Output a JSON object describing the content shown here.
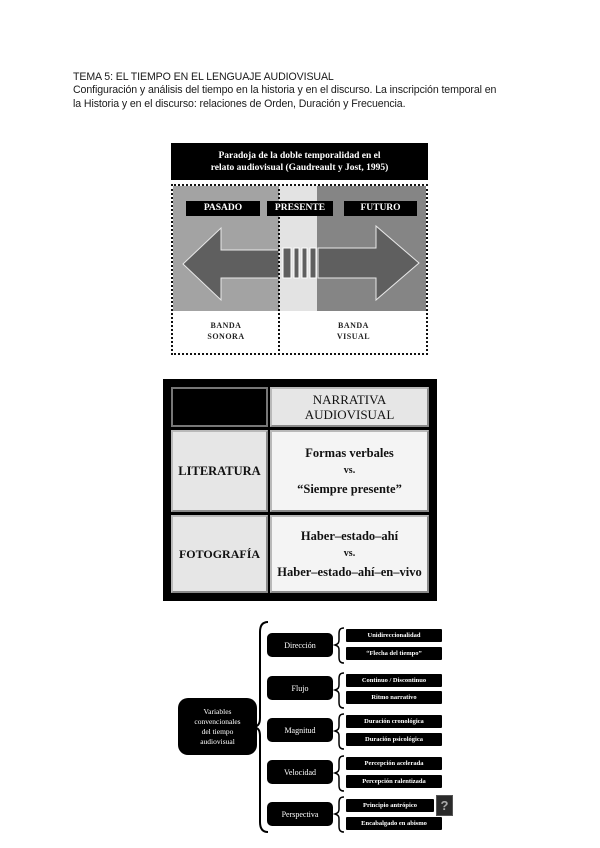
{
  "header": {
    "title": "TEMA 5: EL TIEMPO EN EL LENGUAJE AUDIOVISUAL",
    "subtitle_line1": "Configuración y análisis del tiempo en la historia y en el discurso. La inscripción temporal en",
    "subtitle_line2": "la Historia y en el discurso: relaciones de Orden, Duración y Frecuencia."
  },
  "figure1": {
    "title_line1": "Paradoja de la doble temporalidad en el",
    "title_line2": "relato audiovisual (Gaudreault y Jost, 1995)",
    "labels": {
      "pasado": "PASADO",
      "presente": "PRESENTE",
      "futuro": "FUTURO"
    },
    "banda_sonora_line1": "BANDA",
    "banda_sonora_line2": "SONORA",
    "banda_visual_line1": "BANDA",
    "banda_visual_line2": "VISUAL",
    "colors": {
      "left_zone": "#a3a3a3",
      "mid_zone": "#e3e3e3",
      "right_zone": "#858585",
      "arrow": "#5f5f5f"
    }
  },
  "table": {
    "header_line1": "NARRATIVA",
    "header_line2": "AUDIOVISUAL",
    "rows": [
      {
        "label": "LITERATURA",
        "line1": "Formas verbales",
        "line2": "vs.",
        "line3": "“Siempre presente”"
      },
      {
        "label": "FOTOGRAFÍA",
        "line1": "Haber–estado–ahí",
        "line2": "vs.",
        "line3": "Haber–estado–ahí–en–vivo"
      }
    ]
  },
  "flowchart": {
    "root_line1": "Variables",
    "root_line2": "convencionales",
    "root_line3": "del tiempo",
    "root_line4": "audiovisual",
    "categories": [
      {
        "label": "Dirección",
        "items": [
          "Unidireccionalidad",
          "“Flecha del tiempo”"
        ]
      },
      {
        "label": "Flujo",
        "items": [
          "Continuo / Discontinuo",
          "Ritmo narrativo"
        ]
      },
      {
        "label": "Magnitud",
        "items": [
          "Duración cronológica",
          "Duración psicológica"
        ]
      },
      {
        "label": "Velocidad",
        "items": [
          "Percepción acelerada",
          "Percepción ralentizada"
        ]
      },
      {
        "label": "Perspectiva",
        "items": [
          "Principio antrópico",
          "Encabalgado en abismo"
        ]
      }
    ],
    "help_icon": "?"
  }
}
